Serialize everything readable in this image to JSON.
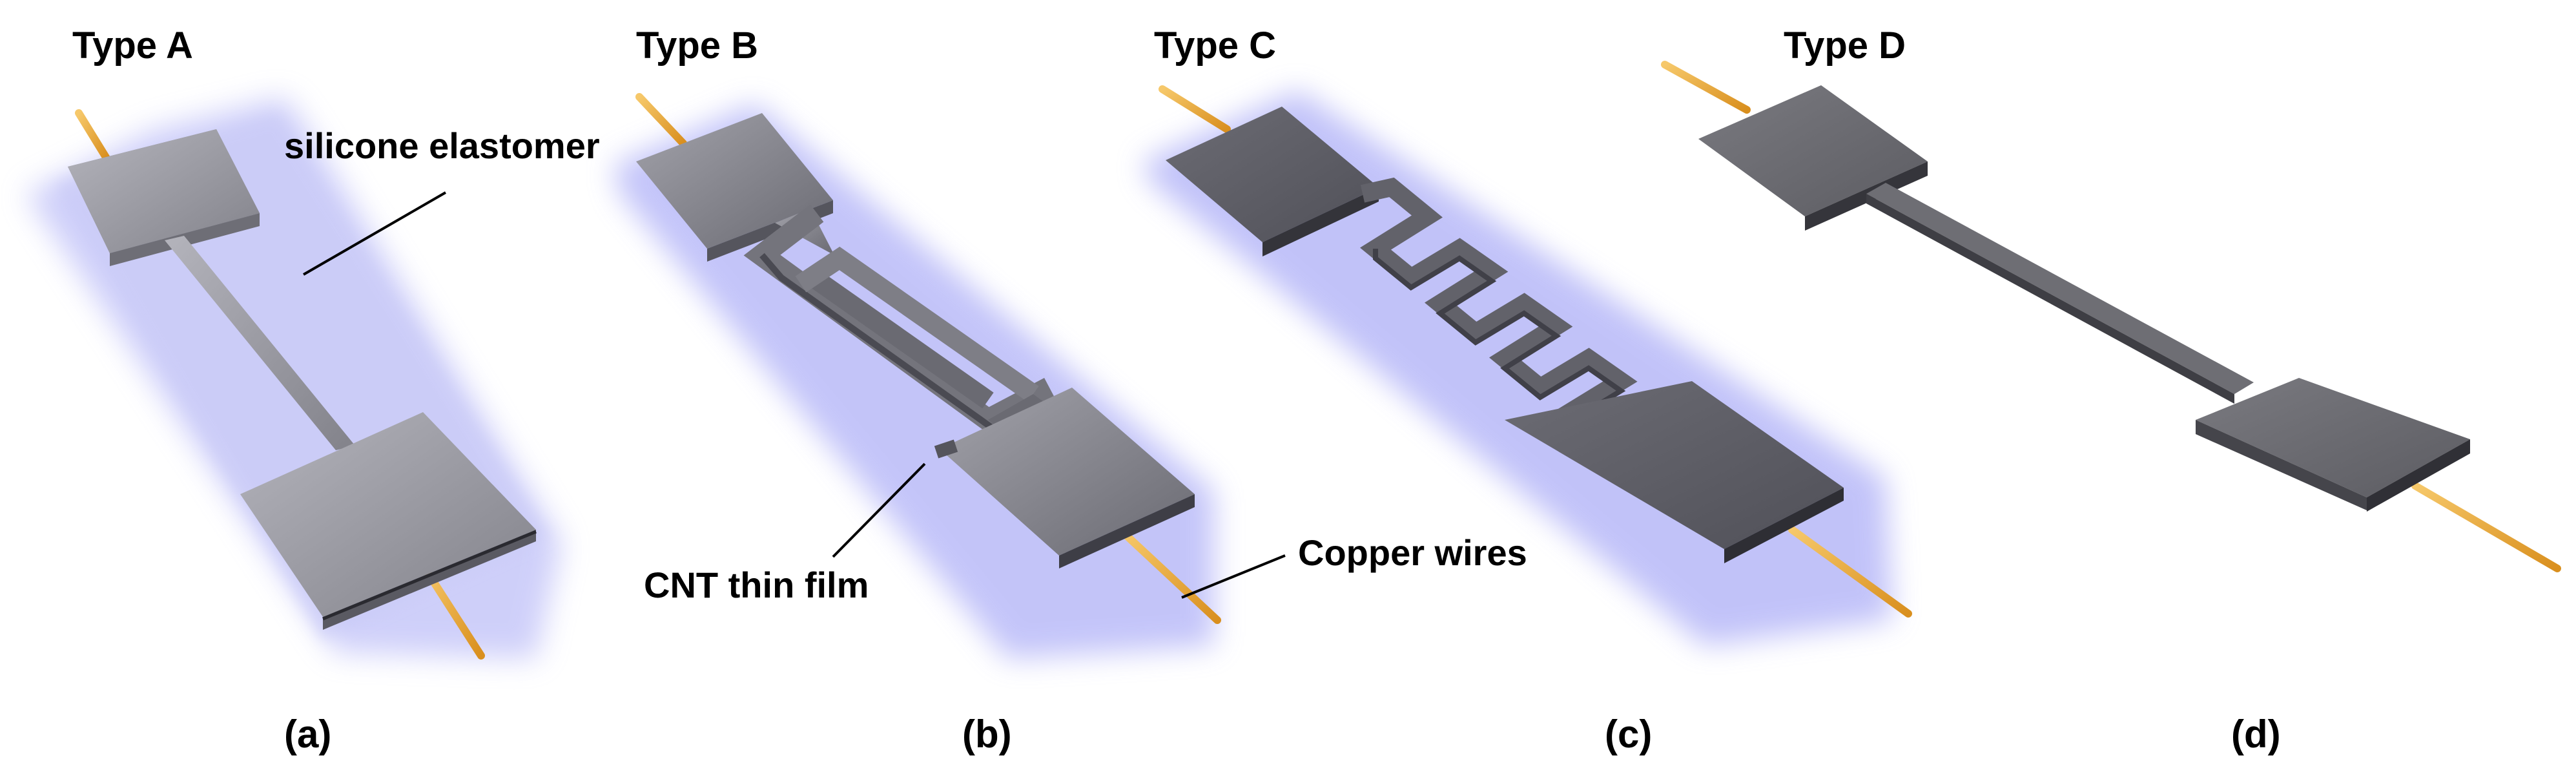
{
  "panels": [
    {
      "type_label": "Type A",
      "panel_label": "(a)"
    },
    {
      "type_label": "Type B",
      "panel_label": "(b)"
    },
    {
      "type_label": "Type C",
      "panel_label": "(c)"
    },
    {
      "type_label": "Type D",
      "panel_label": "(d)"
    }
  ],
  "callouts": {
    "silicone": "silicone elastomer",
    "cnt": "CNT thin film",
    "copper": "Copper wires"
  },
  "colors": {
    "elastomer_glow": "#9a9cf2",
    "film_top_light": "#9a9aa0",
    "film_top_dark": "#5b5b63",
    "film_side": "#3c3c42",
    "copper_wire": "#e8a93a"
  }
}
